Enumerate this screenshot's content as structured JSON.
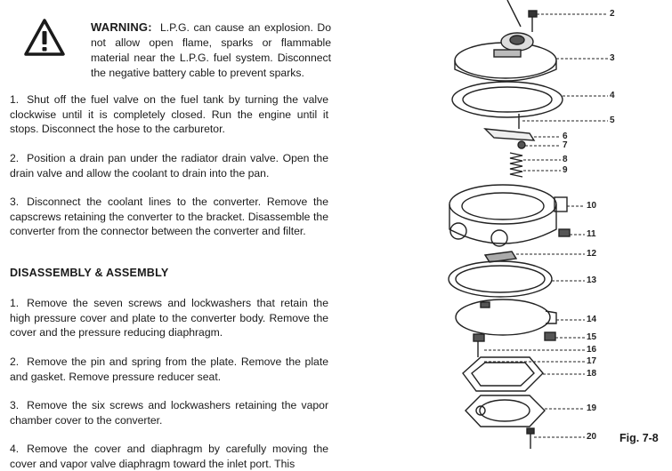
{
  "warning": {
    "title": "WARNING:",
    "body": "L.P.G. can cause an explosion. Do not allow open flame, sparks or flammable material near the L.P.G. fuel system. Disconnect the negative battery cable to prevent sparks."
  },
  "steps_removal": [
    {
      "num": "1.",
      "text": "Shut off the fuel valve on the fuel tank by turning the valve clockwise until it is completely closed. Run the engine until it stops. Disconnect the hose to the carburetor."
    },
    {
      "num": "2.",
      "text": "Position a drain pan under the radiator drain valve. Open the drain valve and allow the coolant to drain into the pan."
    },
    {
      "num": "3.",
      "text": "Disconnect the coolant lines to the converter. Remove the capscrews retaining the converter to the bracket. Disassemble the converter from the connector between the converter and filter."
    }
  ],
  "section_heading": "DISASSEMBLY & ASSEMBLY",
  "steps_disassembly": [
    {
      "num": "1.",
      "text": "Remove the seven screws and lockwashers that retain the high pressure cover and plate to the converter body. Remove the cover and the pressure reducing diaphragm."
    },
    {
      "num": "2.",
      "text": "Remove the pin and spring from the plate. Remove the plate and gasket. Remove pressure reducer seat."
    },
    {
      "num": "3.",
      "text": "Remove the six screws and lockwashers retaining the vapor chamber cover to the converter."
    },
    {
      "num": "4.",
      "text": "Remove the cover and diaphragm by carefully moving the cover and vapor valve diaphragm toward the inlet port. This"
    }
  ],
  "figure": {
    "label": "Fig. 7-8",
    "callouts": [
      "2",
      "3",
      "4",
      "5",
      "6",
      "7",
      "8",
      "9",
      "10",
      "11",
      "12",
      "13",
      "14",
      "15",
      "16",
      "17",
      "18",
      "19",
      "20"
    ]
  }
}
